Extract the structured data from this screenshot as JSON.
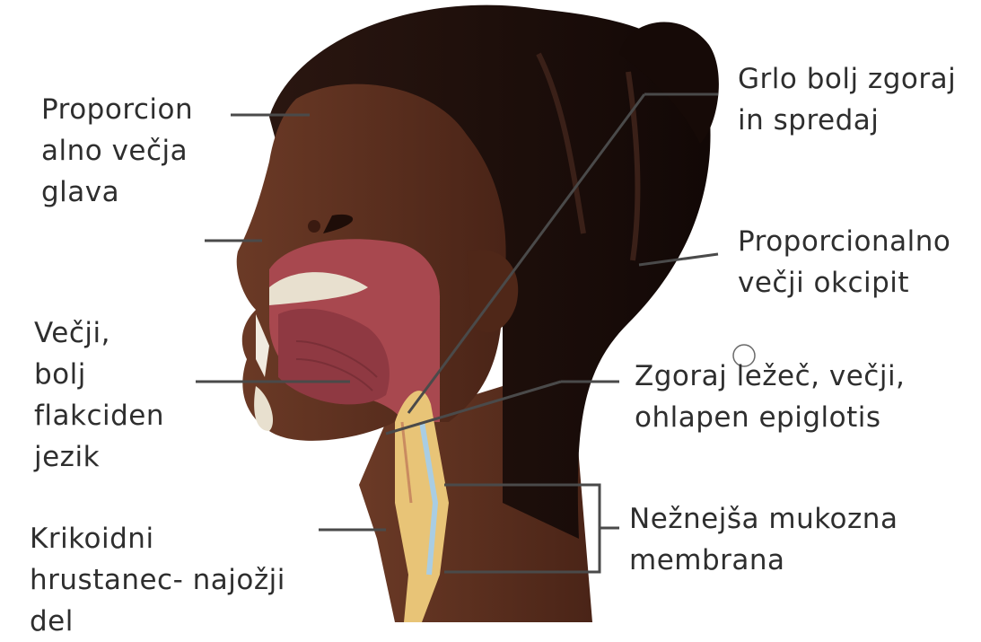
{
  "labels": {
    "head": "Proporcion\nalno večja\nglava",
    "tongue": "Večji,\nbolj\nflakciden\njezik",
    "cricoid": "Krikoidni\nhrustanec- najožji\ndel",
    "larynx": "Grlo bolj zgoraj\nin spredaj",
    "occiput": "Proporcionalno\nvečji okcipit",
    "epiglottis": "Zgoraj ležeč, večji,\nohlapen epiglotis",
    "mucosa": "Nežnejša mukozna\nmembrana"
  },
  "colors": {
    "skin": "#5a2f1f",
    "hair": "#1c0f0b",
    "mucosa": "#a8484f",
    "bone": "#e8e0cf",
    "cartilage": "#e8c477",
    "text": "#2e2e2e",
    "leader": "#4a4a4a"
  }
}
